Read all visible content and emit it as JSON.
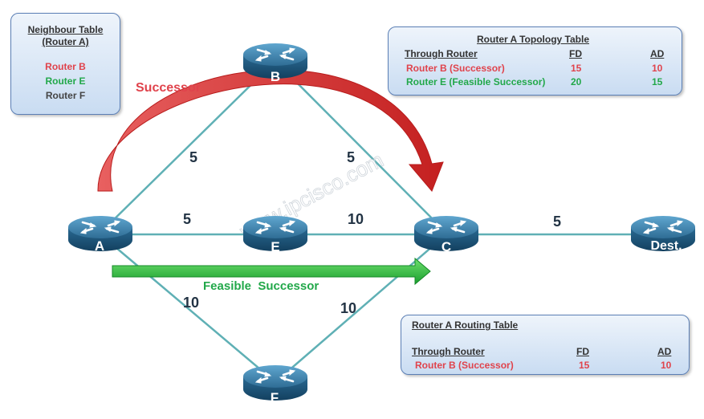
{
  "neighbour_table": {
    "title_line1": "Neighbour Table",
    "title_line2": "(Router A)",
    "entries": [
      "Router B",
      "Router E",
      "Router F"
    ]
  },
  "topology_table": {
    "title": "Router A Topology Table",
    "headers": [
      "Through Router",
      "FD",
      "AD"
    ],
    "rows": [
      [
        "Router B (Successor)",
        "15",
        "10"
      ],
      [
        "Router E (Feasible Successor)",
        "20",
        "15"
      ]
    ]
  },
  "routing_table": {
    "title": "Router A Routing Table",
    "headers": [
      "Through Router",
      "FD",
      "AD"
    ],
    "rows": [
      [
        "Router B (Successor)",
        "15",
        "10"
      ]
    ]
  },
  "routers": {
    "a": "A",
    "b": "B",
    "c": "C",
    "e": "E",
    "f": "F",
    "dest": "Dest."
  },
  "links": {
    "a_b": "5",
    "b_c": "5",
    "a_e": "5",
    "e_c": "10",
    "c_dest": "5",
    "a_f": "10",
    "f_c": "10"
  },
  "arrows": {
    "successor": "Successor",
    "feasible": "Feasible  Successor"
  },
  "watermark": "www.ipcisco.com",
  "colors": {
    "successor": "#e0434c",
    "feasible": "#22a84a",
    "link": "#5fb0b5",
    "router": "#2f6d95"
  }
}
